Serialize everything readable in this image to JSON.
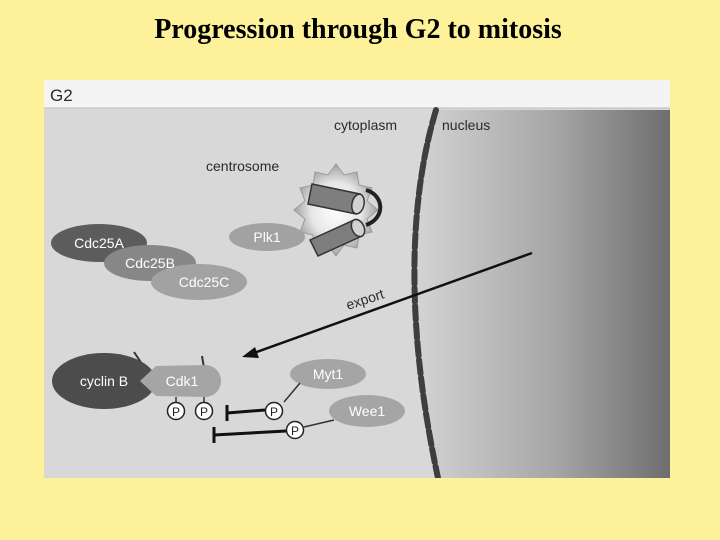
{
  "slide": {
    "title": "Progression through G2 to mitosis"
  },
  "diagram": {
    "phase_label": "G2",
    "compartments": {
      "cytoplasm": "cytoplasm",
      "nucleus": "nucleus"
    },
    "centrosome_label": "centrosome",
    "plk1": "Plk1",
    "phosphatases": [
      "Cdc25A",
      "Cdc25B",
      "Cdc25C"
    ],
    "export_label": "export",
    "cyclin": "cyclin B",
    "cdk": "Cdk1",
    "kinases": {
      "myt1": "Myt1",
      "wee1": "Wee1"
    },
    "phospho": "P"
  }
}
